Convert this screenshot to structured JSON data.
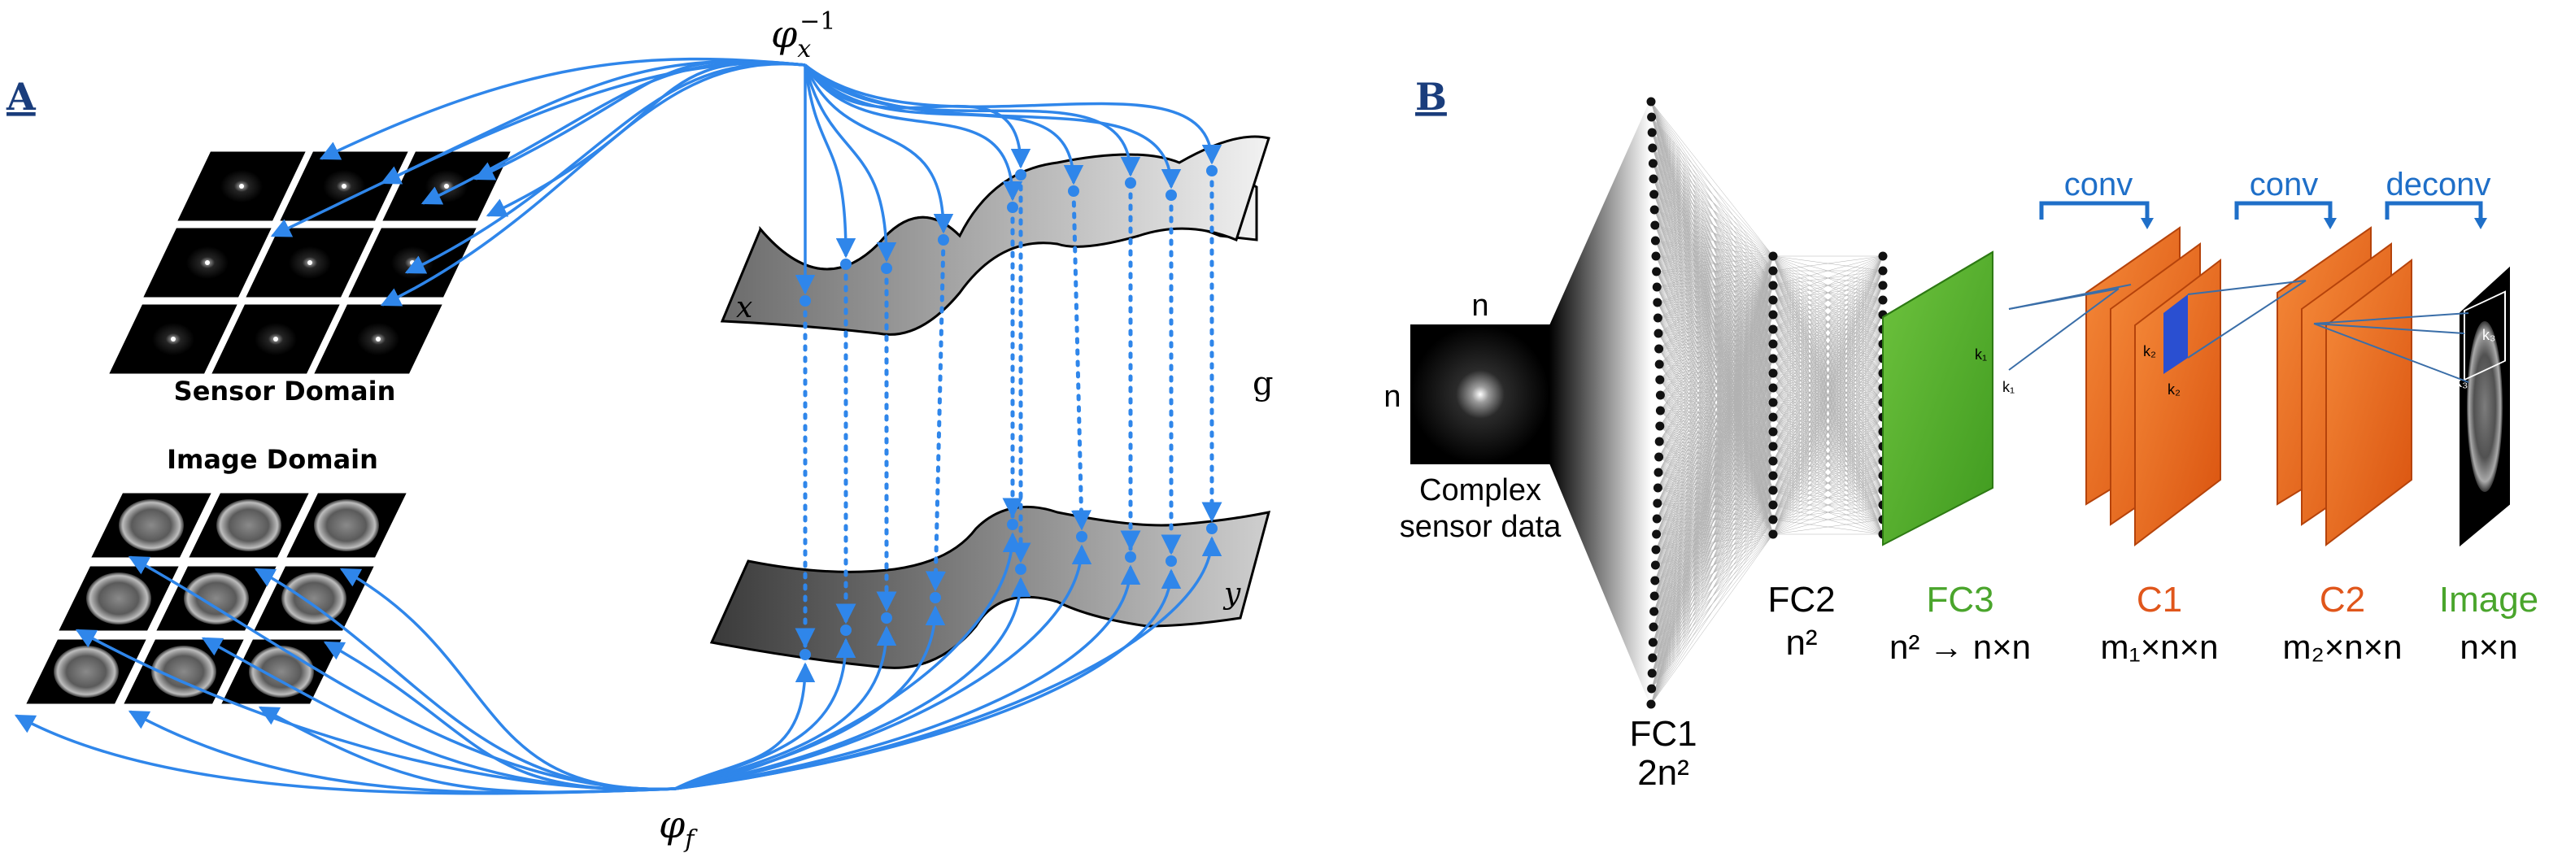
{
  "panel_a": {
    "label": "A",
    "sensor_domain_label": "Sensor Domain",
    "image_domain_label": "Image Domain",
    "phi_x_inverse": "φ",
    "phi_x_sub": "x",
    "phi_x_sup": "−1",
    "phi_f": "φ",
    "phi_f_sub": "f",
    "manifold_x_label": "x",
    "manifold_y_label": "y",
    "g_label": "g"
  },
  "panel_b": {
    "label": "B",
    "input_n_top": "n",
    "input_n_left": "n",
    "input_caption_line1": "Complex",
    "input_caption_line2": "sensor data",
    "fc1_label": "FC1",
    "fc1_size": "2n²",
    "fc2_label": "FC2",
    "fc2_size": "n²",
    "fc3_label": "FC3",
    "fc3_size": "n² → n×n",
    "c1_label": "C1",
    "c1_size": "m₁×n×n",
    "c2_label": "C2",
    "c2_size": "m₂×n×n",
    "image_label": "Image",
    "image_size": "n×n",
    "conv1": "conv",
    "conv2": "conv",
    "deconv": "deconv",
    "k1": "k₁",
    "k2": "k₂",
    "k3": "k₃"
  },
  "colors": {
    "arrow_blue": "#2f86ea",
    "label_blue": "#1f6fc8",
    "fc3_green": "#5cb632",
    "conv_orange": "#ee6a1f",
    "panel_label": "#1a3d7c"
  }
}
